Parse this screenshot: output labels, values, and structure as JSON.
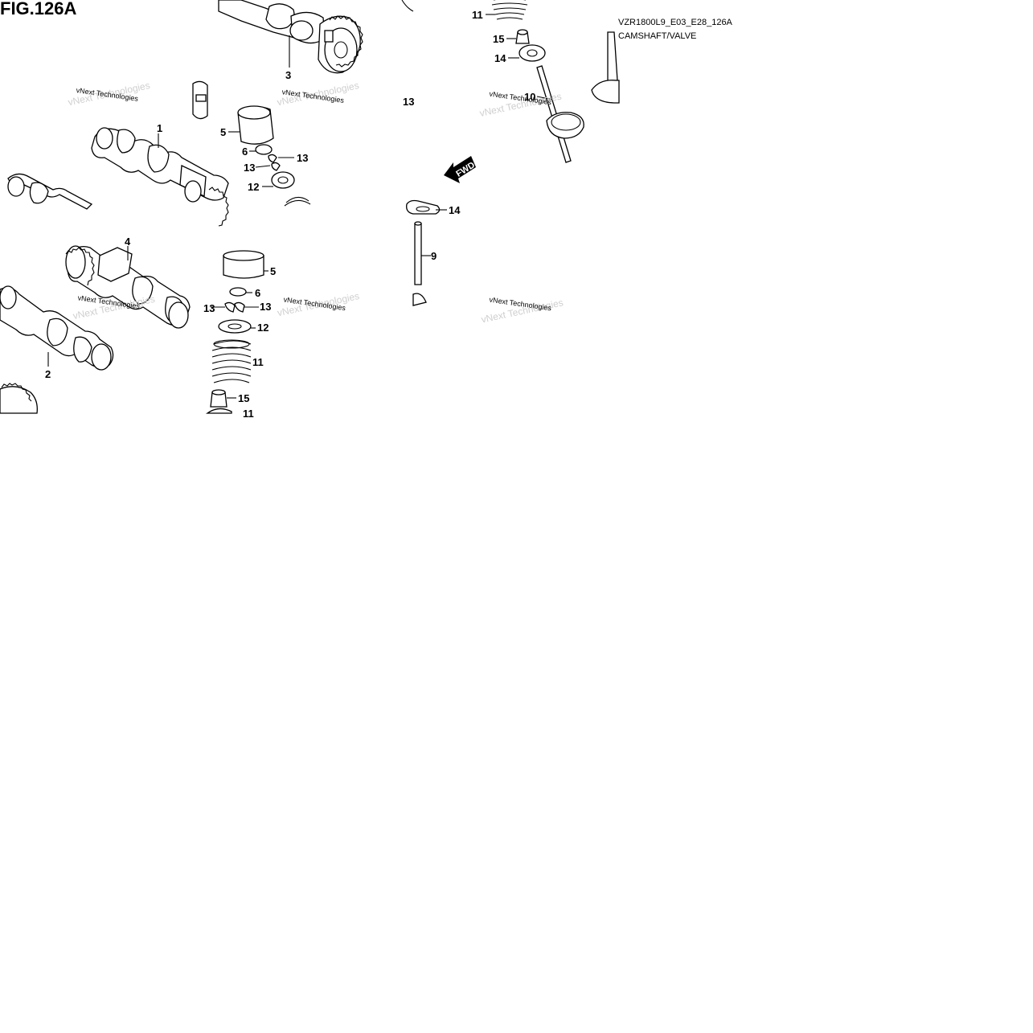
{
  "figure": {
    "title": "FIG.126A",
    "code": "VZR1800L9_E03_E28_126A",
    "name": "CAMSHAFT/VALVE"
  },
  "arrow": {
    "label": "FWD"
  },
  "watermark": {
    "line": "vNext Technologies"
  },
  "callouts": [
    {
      "id": "c1",
      "label": "1"
    },
    {
      "id": "c2",
      "label": "2"
    },
    {
      "id": "c3",
      "label": "3"
    },
    {
      "id": "c4",
      "label": "4"
    },
    {
      "id": "c5a",
      "label": "5"
    },
    {
      "id": "c5b",
      "label": "5"
    },
    {
      "id": "c6a",
      "label": "6"
    },
    {
      "id": "c6b",
      "label": "6"
    },
    {
      "id": "c9",
      "label": "9"
    },
    {
      "id": "c10",
      "label": "10"
    },
    {
      "id": "c11a",
      "label": "11"
    },
    {
      "id": "c11b",
      "label": "11"
    },
    {
      "id": "c11c",
      "label": "11"
    },
    {
      "id": "c12a",
      "label": "12"
    },
    {
      "id": "c12b",
      "label": "12"
    },
    {
      "id": "c13a",
      "label": "13"
    },
    {
      "id": "c13b",
      "label": "13"
    },
    {
      "id": "c13c",
      "label": "13"
    },
    {
      "id": "c13d",
      "label": "13"
    },
    {
      "id": "c13e",
      "label": "13"
    },
    {
      "id": "c14a",
      "label": "14"
    },
    {
      "id": "c14b",
      "label": "14"
    },
    {
      "id": "c15a",
      "label": "15"
    },
    {
      "id": "c15b",
      "label": "15"
    }
  ]
}
